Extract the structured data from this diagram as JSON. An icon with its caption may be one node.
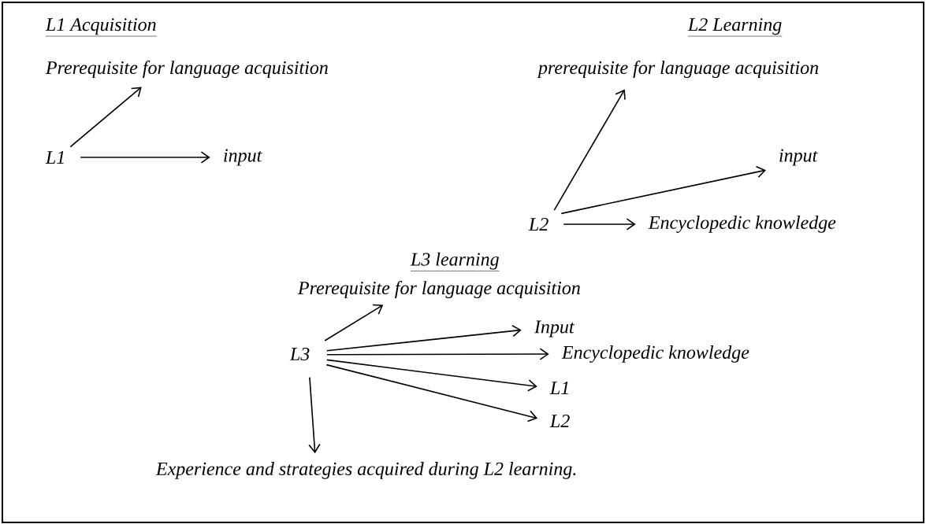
{
  "diagram": {
    "nodes": [
      {
        "text": [
          "L1"
        ]
      },
      {
        "text": [
          "Prerequisite for language acquisition"
        ]
      },
      {
        "text": [
          "input"
        ]
      },
      {
        "text": [
          "L2"
        ]
      },
      {
        "text": [
          "prerequisite for language acquisition"
        ]
      },
      {
        "text": [
          "input"
        ]
      },
      {
        "text": [
          "Encyclopedic knowledge"
        ]
      },
      {
        "text": [
          "L3"
        ]
      },
      {
        "text": [
          "Prerequisite for language acquisition"
        ]
      },
      {
        "text": [
          "Input"
        ]
      },
      {
        "text": [
          "Encyclopedic knowledge"
        ]
      },
      {
        "text": [
          "L1"
        ]
      },
      {
        "text": [
          "L2"
        ]
      },
      {
        "text": [
          "Experience and strategies acquired during L2 learning."
        ]
      }
    ],
    "edges": [
      {
        "from": 0,
        "to": 1,
        "arrow": "to"
      },
      {
        "from": 0,
        "to": 2,
        "arrow": "to"
      },
      {
        "from": 3,
        "to": 4,
        "arrow": "to"
      },
      {
        "from": 3,
        "to": 5,
        "arrow": "to"
      },
      {
        "from": 3,
        "to": 6,
        "arrow": "to"
      },
      {
        "from": 7,
        "to": 8,
        "arrow": "to"
      },
      {
        "from": 7,
        "to": 9,
        "arrow": "to"
      },
      {
        "from": 7,
        "to": 10,
        "arrow": "to"
      },
      {
        "from": 7,
        "to": 11,
        "arrow": "to"
      },
      {
        "from": 7,
        "to": 12,
        "arrow": "to"
      },
      {
        "from": 7,
        "to": 13,
        "arrow": "to"
      }
    ],
    "labels": [
      "L1 Acquisition",
      "L2 Learning",
      "L3 learning"
    ]
  }
}
